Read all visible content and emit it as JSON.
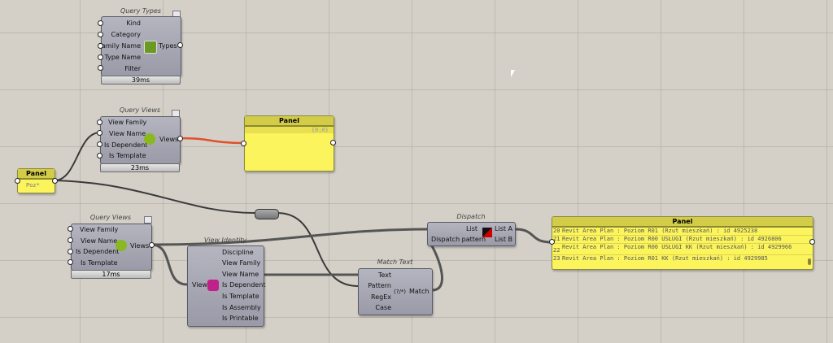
{
  "query_types": {
    "title": "Query Types",
    "inputs": [
      "Kind",
      "Category",
      "Family Name",
      "Type Name",
      "Filter"
    ],
    "output": "Types",
    "timer": "39ms"
  },
  "query_views_1": {
    "title": "Query Views",
    "inputs": [
      "View Family",
      "View Name",
      "Is Dependent",
      "Is Template"
    ],
    "output": "Views",
    "timer": "23ms"
  },
  "query_views_2": {
    "title": "Query Views",
    "inputs": [
      "View Family",
      "View Name",
      "Is Dependent",
      "Is Template"
    ],
    "output": "Views",
    "timer": "17ms"
  },
  "panel_empty": {
    "title": "Panel",
    "path": "{0;0}"
  },
  "panel_input": {
    "title": "Panel",
    "value": "Poz*"
  },
  "view_identity": {
    "title": "View Identity",
    "input": "View",
    "outputs": [
      "Discipline",
      "View Family",
      "View Name",
      "Is Dependent",
      "Is Template",
      "Is Assembly",
      "Is Printable"
    ]
  },
  "match_text": {
    "title": "Match Text",
    "inputs": [
      "Text",
      "Pattern",
      "RegEx",
      "Case"
    ],
    "output": "Match",
    "icon_label": "(?/*)"
  },
  "dispatch": {
    "title": "Dispatch",
    "inputs": [
      "List",
      "Dispatch pattern"
    ],
    "outputs": [
      "List A",
      "List B"
    ]
  },
  "panel_output": {
    "title": "Panel",
    "rows": [
      {
        "index": "20",
        "text": "Revit Area Plan : Poziom R01 (Rzut mieszkań) : id 4925238"
      },
      {
        "index": "21",
        "text": "Revit Area Plan : Poziom R00 USŁUGI (Rzut mieszkań) : id 4926806"
      },
      {
        "index": "22",
        "text": "Revit Area Plan : Poziom R00 USŁUGI KK (Rzut mieszkań) : id 4929966"
      },
      {
        "index": "23",
        "text": "Revit Area Plan : Poziom R01 KK (Rzut mieszkań) : id 4929985"
      }
    ]
  },
  "colors": {
    "canvas": "#d4d0c8",
    "panel": "#fbf45c",
    "wire": "#3a3a3a",
    "selected_wire": "#e0502a"
  }
}
